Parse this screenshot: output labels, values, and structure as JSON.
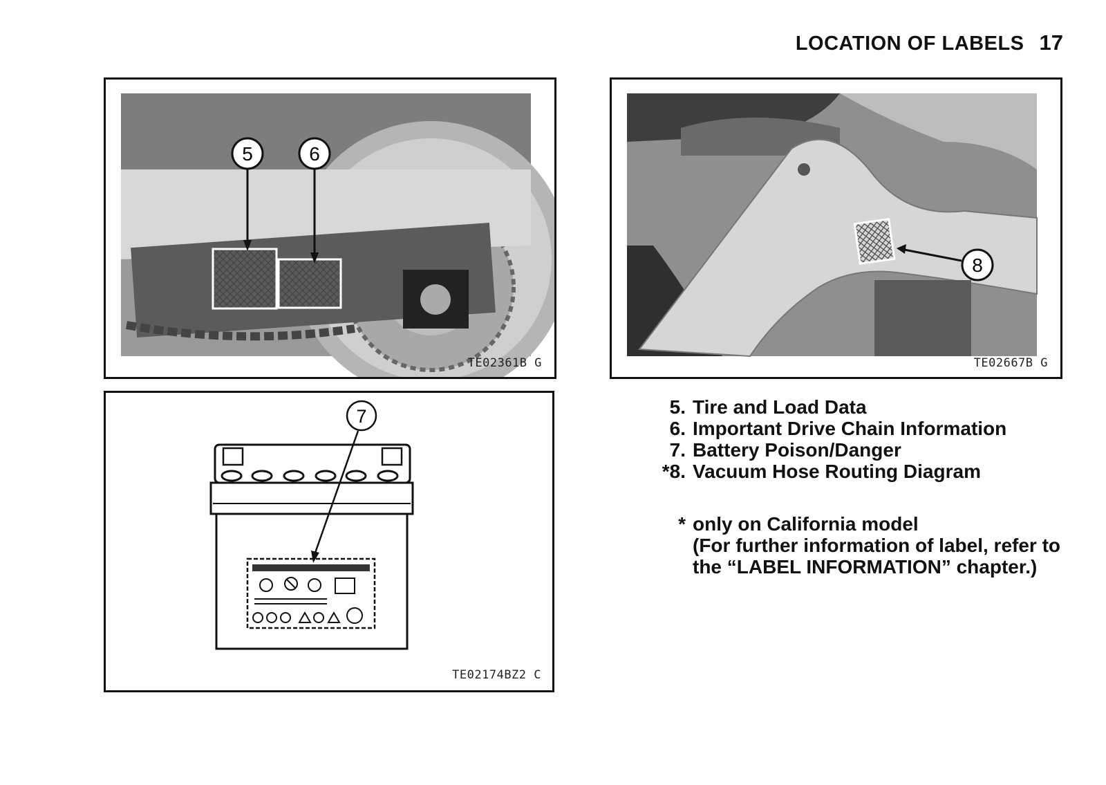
{
  "header": {
    "section": "LOCATION OF LABELS",
    "page": "17"
  },
  "figures": [
    {
      "code": "TE02361B G",
      "callouts": [
        "5",
        "6"
      ]
    },
    {
      "code": "TE02667B G",
      "callouts": [
        "8"
      ]
    },
    {
      "code": "TE02174BZ2 C",
      "callouts": [
        "7"
      ]
    }
  ],
  "legend": [
    {
      "num": "5.",
      "text": "Tire and Load Data"
    },
    {
      "num": "6.",
      "text": "Important Drive Chain Information"
    },
    {
      "num": "7.",
      "text": "Battery Poison/Danger"
    },
    {
      "num": "*8.",
      "text": "Vacuum Hose Routing Diagram"
    }
  ],
  "note": {
    "star": "*",
    "line1": "only on California model",
    "line2": "(For further information of label, refer to the “LABEL INFORMATION” chapter.)"
  }
}
